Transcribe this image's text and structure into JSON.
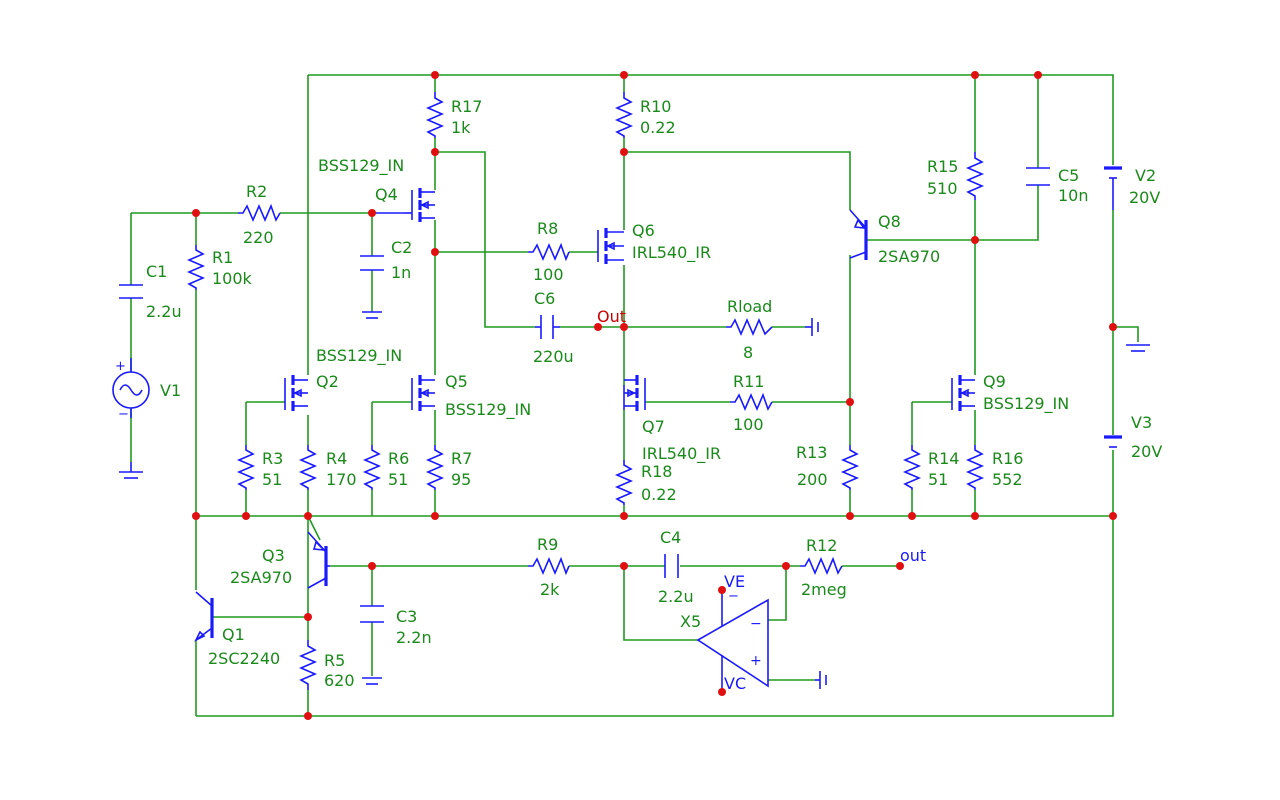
{
  "components": {
    "V1": {
      "name": "V1"
    },
    "V2": {
      "name": "V2",
      "value": "20V"
    },
    "V3": {
      "name": "V3",
      "value": "20V"
    },
    "C1": {
      "name": "C1",
      "value": "2.2u"
    },
    "C2": {
      "name": "C2",
      "value": "1n"
    },
    "C3": {
      "name": "C3",
      "value": "2.2n"
    },
    "C4": {
      "name": "C4",
      "value": "2.2u"
    },
    "C5": {
      "name": "C5",
      "value": "10n"
    },
    "C6": {
      "name": "C6",
      "value": "220u"
    },
    "R1": {
      "name": "R1",
      "value": "100k"
    },
    "R2": {
      "name": "R2",
      "value": "220"
    },
    "R3": {
      "name": "R3",
      "value": "51"
    },
    "R4": {
      "name": "R4",
      "value": "170"
    },
    "R5": {
      "name": "R5",
      "value": "620"
    },
    "R6": {
      "name": "R6",
      "value": "51"
    },
    "R7": {
      "name": "R7",
      "value": "95"
    },
    "R8": {
      "name": "R8",
      "value": "100"
    },
    "R9": {
      "name": "R9",
      "value": "2k"
    },
    "R10": {
      "name": "R10",
      "value": "0.22"
    },
    "R11": {
      "name": "R11",
      "value": "100"
    },
    "R12": {
      "name": "R12",
      "value": "2meg"
    },
    "R13": {
      "name": "R13",
      "value": "200"
    },
    "R14": {
      "name": "R14",
      "value": "51"
    },
    "R15": {
      "name": "R15",
      "value": "510"
    },
    "R16": {
      "name": "R16",
      "value": "552"
    },
    "R17": {
      "name": "R17",
      "value": "1k"
    },
    "R18": {
      "name": "R18",
      "value": "0.22"
    },
    "Rload": {
      "name": "Rload",
      "value": "8"
    },
    "Q1": {
      "name": "Q1",
      "model": "2SC2240"
    },
    "Q2": {
      "name": "Q2",
      "model": "BSS129_IN"
    },
    "Q3": {
      "name": "Q3",
      "model": "2SA970"
    },
    "Q4": {
      "name": "Q4",
      "model": "BSS129_IN"
    },
    "Q5": {
      "name": "Q5",
      "model": "BSS129_IN"
    },
    "Q6": {
      "name": "Q6",
      "model": "IRL540_IR"
    },
    "Q7": {
      "name": "Q7",
      "model": "IRL540_IR"
    },
    "Q8": {
      "name": "Q8",
      "model": "2SA970"
    },
    "Q9": {
      "name": "Q9",
      "model": "BSS129_IN"
    },
    "X5": {
      "name": "X5",
      "pin_ve": "VE",
      "pin_vc": "VC"
    }
  },
  "nets": {
    "out_node": "Out",
    "out_terminal": "out"
  },
  "colors": {
    "wire": "#1f9a1f",
    "component": "#1a1aff",
    "junction": "#e01010",
    "label": "#1a8a1a",
    "net_label": "#cc0000"
  }
}
